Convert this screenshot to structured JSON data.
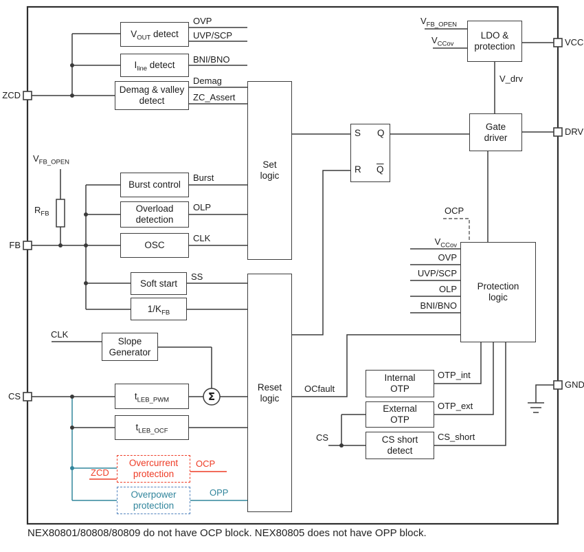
{
  "caption": "NEX80801/80808/80809 do not have OCP block. NEX80805 does not have OPP block.",
  "pins": {
    "zcd": "ZCD",
    "fb": "FB",
    "cs": "CS",
    "vcc": "VCC",
    "drv": "DRV",
    "gnd": "GND"
  },
  "blocks": {
    "vout_detect": {
      "pre": "V",
      "sub": "OUT",
      "post": " detect"
    },
    "iline_detect": {
      "pre": "I",
      "sub": "line",
      "post": " detect"
    },
    "demag_valley": {
      "line1": "Demag & valley",
      "line2": "detect"
    },
    "burst_control": {
      "label": "Burst control"
    },
    "overload_detection": {
      "line1": "Overload",
      "line2": "detection"
    },
    "osc": {
      "label": "OSC"
    },
    "soft_start": {
      "label": "Soft start"
    },
    "k_fb": {
      "pre": "1/K",
      "sub": "FB"
    },
    "slope_generator": {
      "line1": "Slope",
      "line2": "Generator"
    },
    "tleb_pwm": {
      "pre": "t",
      "sub": "LEB_PWM"
    },
    "tleb_ocf": {
      "pre": "t",
      "sub": "LEB_OCF"
    },
    "set_logic": {
      "line1": "Set",
      "line2": "logic"
    },
    "reset_logic": {
      "line1": "Reset",
      "line2": "logic"
    },
    "sr_latch": {
      "s": "S",
      "q": "Q",
      "r": "R",
      "qbar": "Q"
    },
    "ldo": {
      "line1": "LDO &",
      "line2": "protection"
    },
    "gate_driver": {
      "line1": "Gate",
      "line2": "driver"
    },
    "protection_logic": {
      "line1": "Protection",
      "line2": "logic"
    },
    "internal_otp": {
      "line1": "Internal",
      "line2": "OTP"
    },
    "external_otp": {
      "line1": "External",
      "line2": "OTP"
    },
    "cs_short_detect": {
      "line1": "CS short",
      "line2": "detect"
    },
    "ocp_block": {
      "line1": "Overcurrent",
      "line2": "protection"
    },
    "opp_block": {
      "line1": "Overpower",
      "line2": "protection"
    }
  },
  "signals": {
    "ovp": "OVP",
    "uvp_scp": "UVP/SCP",
    "bni_bno": "BNI/BNO",
    "demag": "Demag",
    "zc_assert": "ZC_Assert",
    "burst": "Burst",
    "olp": "OLP",
    "clk": "CLK",
    "ss": "SS",
    "clk_slope": "CLK",
    "vfb_open": {
      "pre": "V",
      "sub": "FB_OPEN"
    },
    "rfb": {
      "pre": "R",
      "sub": "FB"
    },
    "sigma": "Σ",
    "ocfault": "OCfault",
    "ldo_vfb_open": {
      "pre": "V",
      "sub": "FB_OPEN"
    },
    "ldo_vccov": {
      "pre": "V",
      "sub": "CCov"
    },
    "vdrv": "V_drv",
    "ocp_dashed": "OCP",
    "prot_vccov": {
      "pre": "V",
      "sub": "CCov"
    },
    "prot_ovp": "OVP",
    "prot_uvp_scp": "UVP/SCP",
    "prot_olp": "OLP",
    "prot_bni_bno": "BNI/BNO",
    "otp_int": "OTP_int",
    "otp_ext": "OTP_ext",
    "cs_short": "CS_short",
    "cs_stub": "CS",
    "zcd_red": "ZCD",
    "ocp_red": "OCP",
    "opp_teal": "OPP"
  },
  "colors": {
    "wire": "#3a3a3a",
    "red": "#ee3b25",
    "teal": "#31859c",
    "opp_border": "#4f81bd"
  }
}
